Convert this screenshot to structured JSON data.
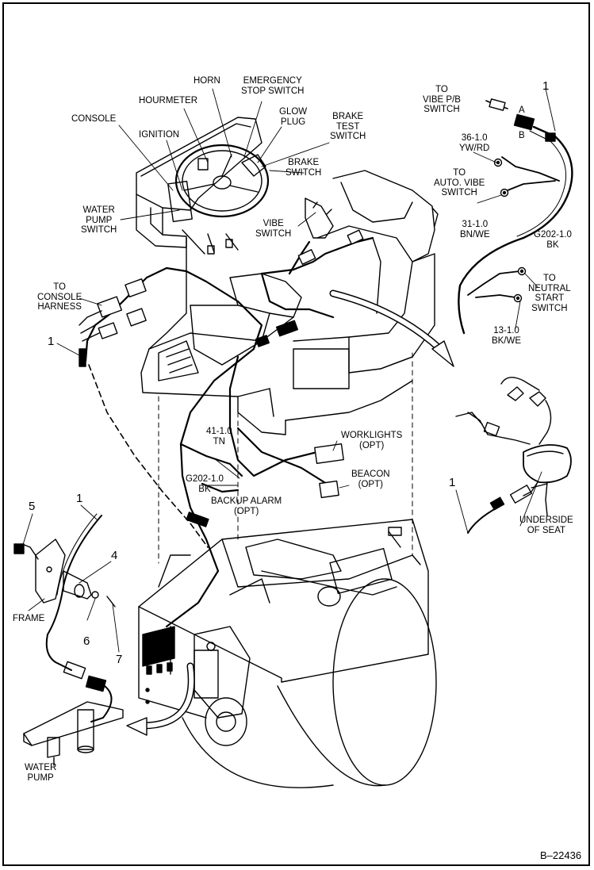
{
  "figure_ref": "B–22436",
  "labels": {
    "horn": "HORN",
    "emergency_stop": "EMERGENCY\nSTOP SWITCH",
    "hourmeter": "HOURMETER",
    "glow_plug": "GLOW\nPLUG",
    "brake_test": "BRAKE\nTEST\nSWITCH",
    "console": "CONSOLE",
    "ignition": "IGNITION",
    "brake_switch": "BRAKE\nSWITCH",
    "water_pump_switch": "WATER\nPUMP\nSWITCH",
    "vibe_switch": "VIBE\nSWITCH",
    "to_console_harness": "TO\nCONSOLE\nHARNESS",
    "to_vibe_pb": "TO\nVIBE P/B\nSWITCH",
    "conn_a": "A",
    "conn_b": "B",
    "wire_36": "36-1.0\nYW/RD",
    "to_auto_vibe": "TO\nAUTO. VIBE\nSWITCH",
    "wire_31": "31-1.0\nBN/WE",
    "wire_g202_right": "G202-1.0\nBK",
    "to_neutral_start": "TO\nNEUTRAL\nSTART\nSWITCH",
    "wire_13": "13-1.0\nBK/WE",
    "wire_41": "41-1.0\nTN",
    "wire_g202_center": "G202-1.0\nBK",
    "worklights": "WORKLIGHTS\n(OPT)",
    "beacon": "BEACON\n(OPT)",
    "backup_alarm": "BACKUP ALARM\n(OPT)",
    "underside_of_seat": "UNDERSIDE\nOF SEAT",
    "frame": "FRAME",
    "water_pump": "WATER\nPUMP"
  },
  "callouts": {
    "n1_top_right": "1",
    "n1_left": "1",
    "n1_seat": "1",
    "n1_bottom": "1",
    "n4": "4",
    "n5": "5",
    "n6": "6",
    "n7": "7"
  }
}
